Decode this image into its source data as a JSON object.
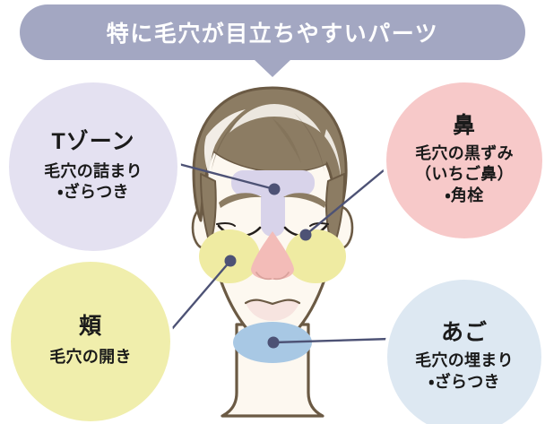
{
  "header": {
    "title": "特に毛穴が目立ちやすいパーツ",
    "background_color": "#a3a7c2",
    "text_color": "#ffffff"
  },
  "zones": {
    "tzone": {
      "title": "Tゾーン",
      "body_line1": "毛穴の詰まり",
      "body_line2": "・ざらつき",
      "circle_color": "#e4e1f1",
      "face_marker_color": "#d8d3ea"
    },
    "nose": {
      "title": "鼻",
      "body_line1": "毛穴の黒ずみ",
      "body_line2": "（いちご鼻）",
      "body_line3": "・角栓",
      "circle_color": "#f7c9c9",
      "face_marker_color": "#f3bcb8"
    },
    "cheek": {
      "title": "頬",
      "body_line1": "毛穴の開き",
      "circle_color": "#f0eeac",
      "face_marker_color": "#efeba2"
    },
    "chin": {
      "title": "あご",
      "body_line1": "毛穴の埋まり",
      "body_line2": "・ざらつき",
      "circle_color": "#dde8f2",
      "face_marker_color": "#a8c8e4"
    }
  },
  "illustration": {
    "description": "正面を向いた目を閉じた人物の顔イラスト",
    "hair_color": "#8c7c63",
    "hair_outline_color": "#6b5a44",
    "skin_color": "#fdf8f0",
    "skin_outline_color": "#6b5a44",
    "lip_color": "#f7e4e0",
    "connector_color": "#4d5275"
  }
}
